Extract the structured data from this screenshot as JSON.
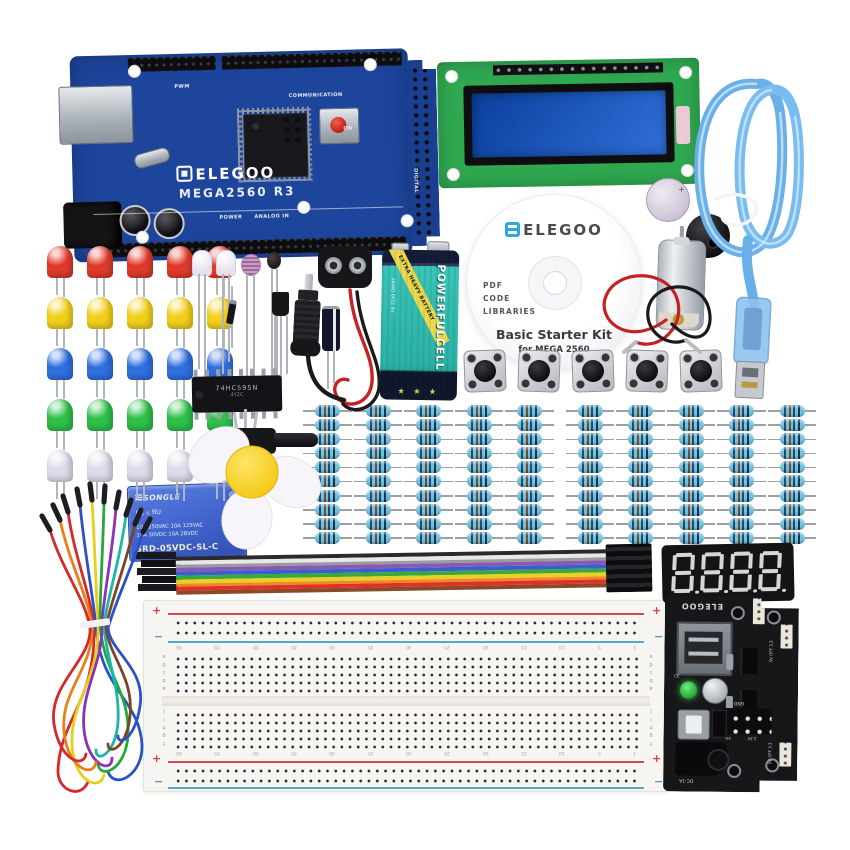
{
  "scene": {
    "type": "product-photo",
    "subject": "ELEGOO Basic Starter Kit for MEGA 2560 — electronics kit contents on white background"
  },
  "colors": {
    "bg": "#ffffff",
    "ard": "#1d459c",
    "ard-ext": "#1a3f90",
    "lcd-green": "#2fa850",
    "lcd-b1": "#0b3f9c",
    "lcd-b2": "#2f6fd8",
    "cable": "#6ab0e8",
    "cable-hl": "#c9e6fa",
    "teal": "#35c0b2",
    "stripe": "#ead94e",
    "rbody": "#70c4e2",
    "relay": "#3f63cc",
    "seg": "#d6d6d8",
    "module": "#17171a",
    "board": "#f7f5f2",
    "wire-red": "#c62222",
    "wire-black": "#1a1a1d",
    "hub-y1": "#ffe468",
    "hub-y2": "#f2c80e"
  },
  "arduino": {
    "brand": "ELEGOO",
    "model": "MEGA2560 R3",
    "label_communication": "COMMUNICATION",
    "label_power": "POWER",
    "label_analog": "ANALOG IN",
    "label_digital": "DIGITAL",
    "label_pwm": "PWM",
    "label_on": "ON"
  },
  "cd": {
    "brand": "ELEGOO",
    "line1": "PDF",
    "line2": "CODE",
    "line3": "LIBRARIES",
    "title": "Basic Starter Kit",
    "subtitle": "for MEGA 2560"
  },
  "battery": {
    "brand": "POWERFULCELL",
    "stripe_text": "EXTRA HEAVY BATTERY",
    "spec": "1604D 6F22 9V",
    "stars": "★ ★ ★"
  },
  "ic_chip": {
    "part_number": "74HC595N",
    "marking": "4Y2C"
  },
  "relay": {
    "brand": "SONGLE",
    "cert_marks": "CE ▵ ЯU",
    "rating_line1": "10A 250VAC 10A 125VAC",
    "rating_line2": "10A 30VDC 10A 28VDC",
    "model": "SRD-05VDC-SL-C"
  },
  "buzzer": {
    "polarity_mark": "+"
  },
  "seven_segment": {
    "digit_count": 4
  },
  "power_module": {
    "brand": "ELEGOO",
    "label_side_top": "5V OFF 3.3",
    "label_side_bottom": "5V OFF 3.3",
    "label_gnd": "GND",
    "label_5v": "5V",
    "label_3v3": "3.3V",
    "label_dc": "DC-1A",
    "label_ce": "CE"
  },
  "breadboard": {
    "letters_abcde": [
      "a",
      "b",
      "c",
      "d",
      "e"
    ],
    "letters_fghij": [
      "f",
      "g",
      "h",
      "i",
      "j"
    ],
    "numbers": [
      "60",
      "55",
      "50",
      "45",
      "40",
      "35",
      "30",
      "25",
      "20",
      "15",
      "10",
      "5",
      "1"
    ],
    "plus": "+",
    "minus": "−"
  },
  "leds": {
    "colors": [
      "#e03a2c",
      "#e03a2c",
      "#e03a2c",
      "#e03a2c",
      "#e03a2c",
      "#f2cf1c",
      "#f2cf1c",
      "#f2cf1c",
      "#f2cf1c",
      "#f2cf1c",
      "#2f6fe0",
      "#2f6fe0",
      "#2f6fe0",
      "#2f6fe0",
      "#2f6fe0",
      "#2ec04a",
      "#2ec04a",
      "#2ec04a",
      "#2ec04a",
      "#2ec04a",
      "#dfdaea",
      "#dfdaea",
      "#dfdaea",
      "#dfdaea",
      "#dfdaea"
    ]
  },
  "resistors": {
    "count": 100
  },
  "buttons": {
    "count": 5
  },
  "ribbon": {
    "colors": [
      "#2a2a2e",
      "#e8e8e8",
      "#9a9aa0",
      "#8a5ab0",
      "#3a5fd0",
      "#3aa83a",
      "#e8d028",
      "#f08828",
      "#e03028",
      "#8a4a28"
    ]
  }
}
